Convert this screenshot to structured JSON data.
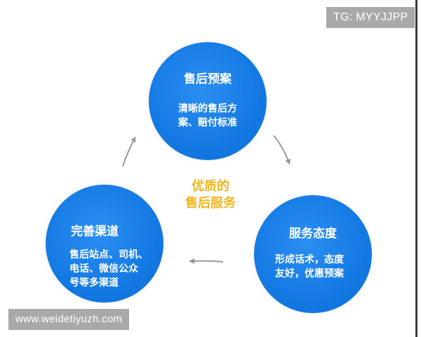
{
  "watermark_top": "TG: MYYJJPP",
  "watermark_bottom": "www.weidetiyuzh.com",
  "center": {
    "line1": "优质的",
    "line2": "售后服务"
  },
  "nodes": {
    "top": {
      "title": "售后预案",
      "line1": "清晰的售后方",
      "line2": "案、赔付标准"
    },
    "left": {
      "title": "完善渠道",
      "line1": "售后站点、司机、",
      "line2": "电话、微信公众",
      "line3": "号等多渠道"
    },
    "right": {
      "title": "服务态度",
      "line1": "形成话术，态度",
      "line2": "友好，优惠预案"
    }
  },
  "colors": {
    "circle": "#1479e3",
    "center_text": "#f2b51e",
    "arrow": "#9a9a9a",
    "watermark_bg": "#a9a9a9"
  }
}
